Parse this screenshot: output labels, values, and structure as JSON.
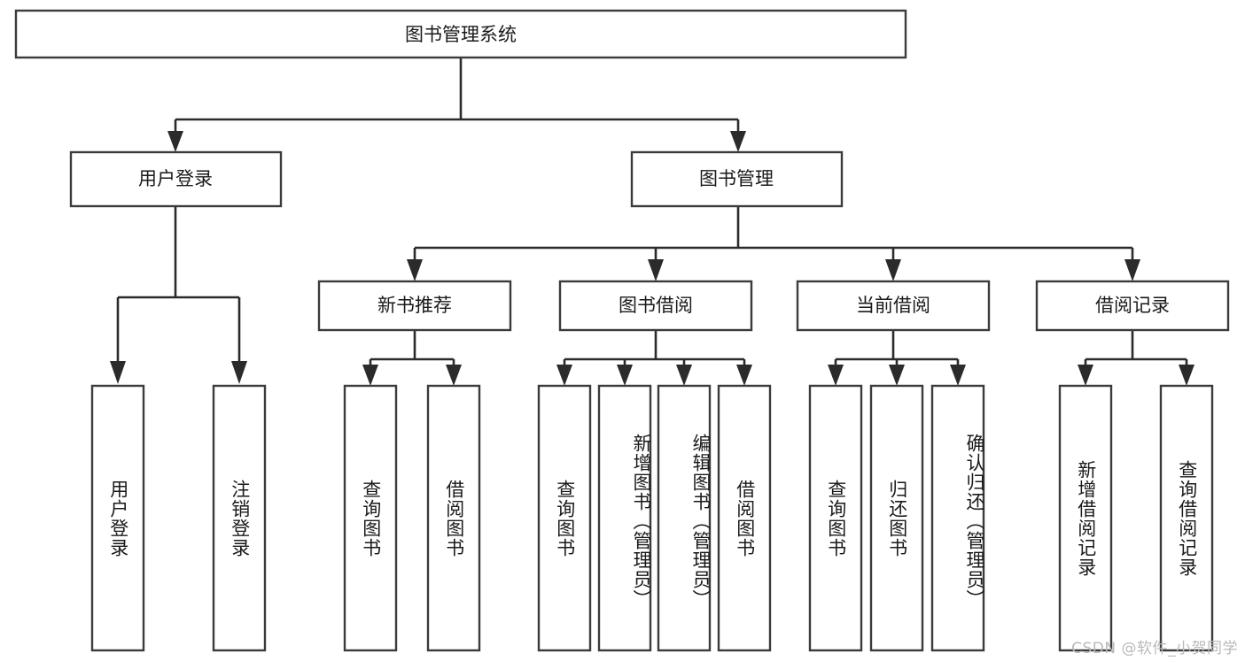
{
  "diagram": {
    "type": "hierarchy-tree",
    "title": "图书管理系统",
    "watermark": "CSDN @软件_小贺同学",
    "colors": {
      "box_stroke": "#3b3b3b",
      "box_fill": "#ffffff",
      "connector": "#2b2b2b",
      "text": "#1a1a1a",
      "watermark": "#b9b9b9",
      "background": "#ffffff"
    },
    "levels": {
      "level1": [
        {
          "id": "root",
          "label": "图书管理系统",
          "orientation": "horizontal"
        }
      ],
      "level2": [
        {
          "id": "user-login",
          "label": "用户登录",
          "orientation": "horizontal"
        },
        {
          "id": "book-manage",
          "label": "图书管理",
          "orientation": "horizontal"
        }
      ],
      "level3": [
        {
          "id": "new-book-recommend",
          "label": "新书推荐",
          "orientation": "horizontal"
        },
        {
          "id": "book-borrow",
          "label": "图书借阅",
          "orientation": "horizontal"
        },
        {
          "id": "current-borrow",
          "label": "当前借阅",
          "orientation": "horizontal"
        },
        {
          "id": "borrow-record",
          "label": "借阅记录",
          "orientation": "horizontal"
        }
      ],
      "level4": [
        {
          "id": "leaf-user-login",
          "label": "用户登录",
          "parent": "user-login",
          "orientation": "vertical"
        },
        {
          "id": "leaf-logout",
          "label": "注销登录",
          "parent": "user-login",
          "orientation": "vertical"
        },
        {
          "id": "leaf-query-book-1",
          "label": "查询图书",
          "parent": "new-book-recommend",
          "orientation": "vertical"
        },
        {
          "id": "leaf-borrow-book-1",
          "label": "借阅图书",
          "parent": "new-book-recommend",
          "orientation": "vertical"
        },
        {
          "id": "leaf-query-book-2",
          "label": "查询图书",
          "parent": "book-borrow",
          "orientation": "vertical"
        },
        {
          "id": "leaf-add-book",
          "label": "新增图书（管理员）",
          "parent": "book-borrow",
          "orientation": "vertical"
        },
        {
          "id": "leaf-edit-book",
          "label": "编辑图书（管理员）",
          "parent": "book-borrow",
          "orientation": "vertical"
        },
        {
          "id": "leaf-borrow-book-2",
          "label": "借阅图书",
          "parent": "book-borrow",
          "orientation": "vertical"
        },
        {
          "id": "leaf-query-book-3",
          "label": "查询图书",
          "parent": "current-borrow",
          "orientation": "vertical"
        },
        {
          "id": "leaf-return-book",
          "label": "归还图书",
          "parent": "current-borrow",
          "orientation": "vertical"
        },
        {
          "id": "leaf-confirm-return",
          "label": "确认归还（管理员）",
          "parent": "current-borrow",
          "orientation": "vertical"
        },
        {
          "id": "leaf-add-record",
          "label": "新增借阅记录",
          "parent": "borrow-record",
          "orientation": "vertical"
        },
        {
          "id": "leaf-query-record",
          "label": "查询借阅记录",
          "parent": "borrow-record",
          "orientation": "vertical"
        }
      ]
    }
  }
}
